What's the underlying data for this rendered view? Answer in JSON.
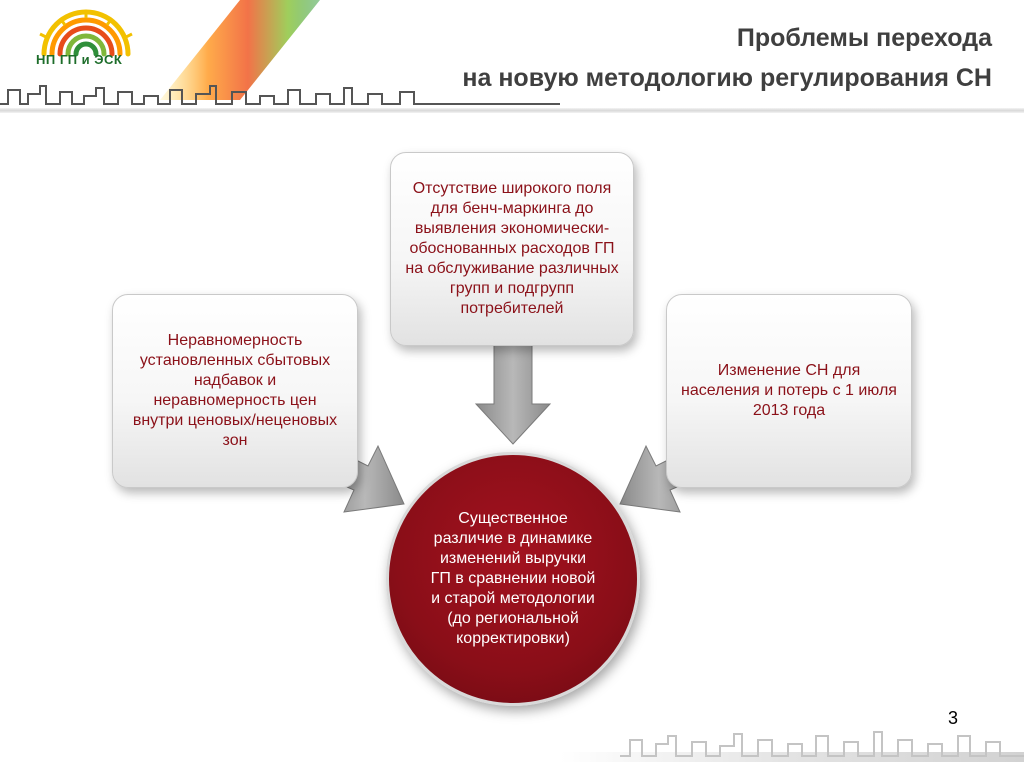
{
  "header": {
    "logo_text": "НП ГП и ЭСК",
    "title_line1": "Проблемы перехода",
    "title_line2": "на новую методологию регулирования СН"
  },
  "diagram": {
    "top_box": "Отсутствие широкого поля для бенч-маркинга до выявления экономически-обоснованных расходов ГП на обслуживание различных групп и подгрупп потребителей",
    "left_box": "Неравномерность установленных сбытовых надбавок и неравномерность цен внутри ценовых/неценовых зон",
    "right_box": "Изменение СН для населения и потерь с 1 июля 2013 года",
    "center_circle": "Существенное различие в динамике изменений выручки ГП в сравнении новой и старой методологии (до региональной корректировки)"
  },
  "colors": {
    "box_text": "#8b1119",
    "circle_fill": "#8a0e18",
    "arrow_fill": "#9a9a9a"
  },
  "footer": {
    "page_number": "3"
  }
}
